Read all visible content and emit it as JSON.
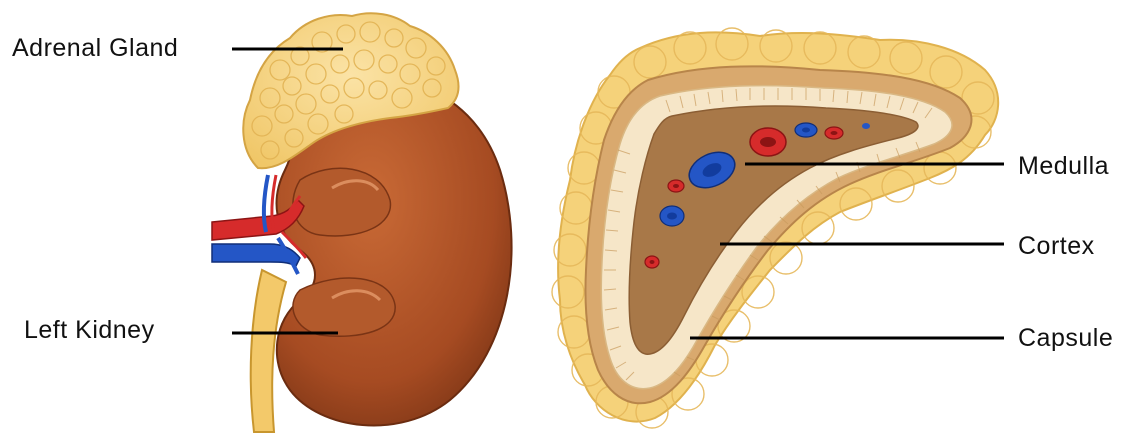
{
  "labels": {
    "adrenal_gland": "Adrenal Gland",
    "left_kidney": "Left Kidney",
    "medulla": "Medulla",
    "cortex": "Cortex",
    "capsule": "Capsule"
  },
  "colors": {
    "fat": "#F5D27A",
    "fat_outline": "#E0B24E",
    "kidney": "#B0522A",
    "kidney_dark": "#7A3415",
    "artery": "#D62B2B",
    "vein": "#2456C6",
    "ureter": "#F3C96A",
    "capsule_band": "#D9A96E",
    "cortex_band": "#F6E6C8",
    "medulla": "#A87848",
    "leader_line": "#000000"
  }
}
